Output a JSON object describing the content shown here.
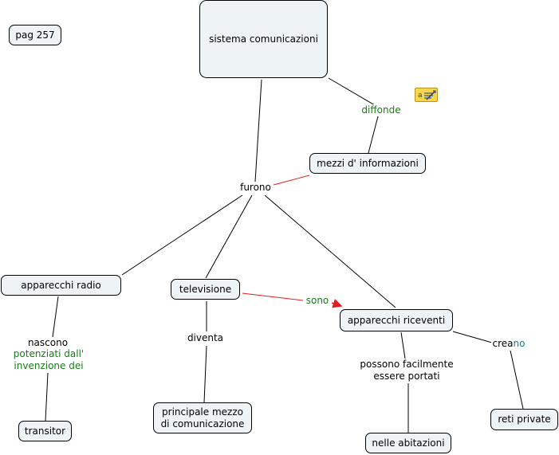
{
  "nodes": {
    "pag": "pag 257",
    "sistema": "sistema comunicazioni",
    "mezzi": "mezzi d' informazioni",
    "apparecchi_radio": "apparecchi radio",
    "televisione": "televisione",
    "apparecchi_riceventi": "apparecchi riceventi",
    "transitor": "transitor",
    "principale_line1": "principale mezzo",
    "principale_line2": "di comunicazione",
    "nelle_abitazioni": "nelle abitazioni",
    "reti_private": "reti private"
  },
  "links": {
    "diffonde": "diffonde",
    "furono": "furono",
    "sono": "sono",
    "nascono": "nascono",
    "potenziati_line1": "potenziati dall'",
    "potenziati_line2": "invenzione dei",
    "diventa": "diventa",
    "possono_line1": "possono facilmente",
    "possono_line2": "essere portati",
    "creano_a": "crea",
    "creano_b": "no"
  },
  "colors": {
    "node_fill": "#eef3f6",
    "connector": "#000000",
    "red_connector": "#e02020",
    "green_text": "#1a7a1a",
    "teal_text": "#1a7a8a"
  }
}
